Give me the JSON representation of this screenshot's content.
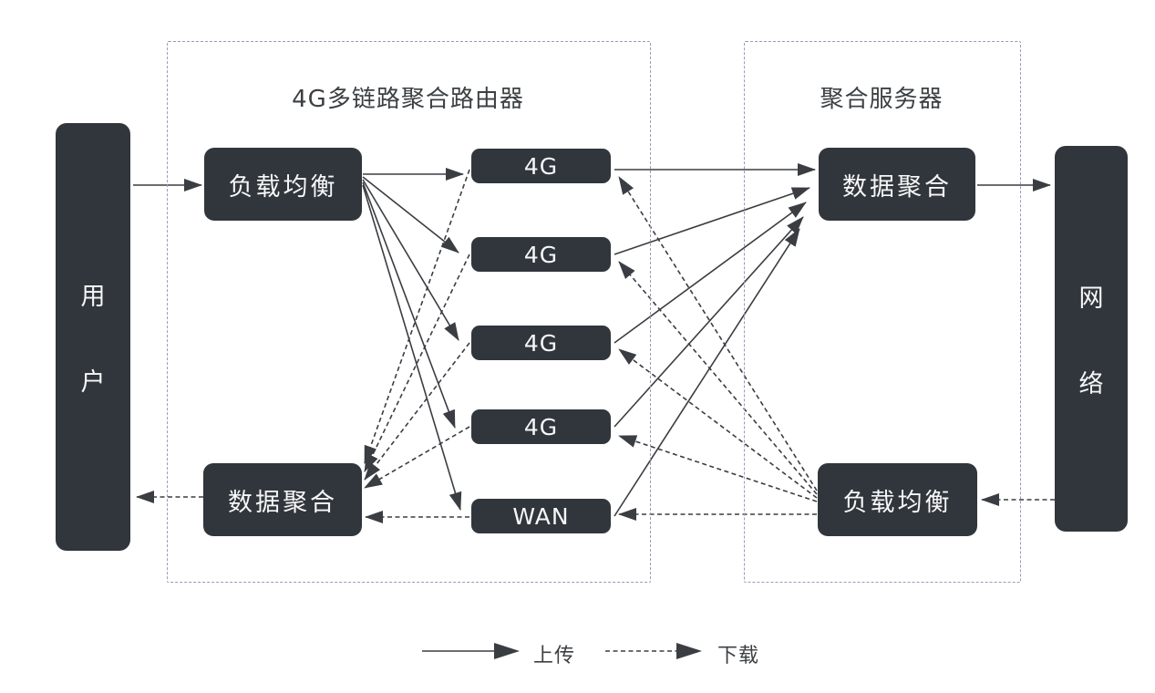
{
  "router_group": {
    "title": "4G多链路聚合路由器"
  },
  "server_group": {
    "title": "聚合服务器"
  },
  "nodes": {
    "user": "用户",
    "network": "网络",
    "router_load_balancer": "负载均衡",
    "router_data_aggregation": "数据聚合",
    "server_data_aggregation": "数据聚合",
    "server_load_balancer": "负载均衡",
    "links": [
      "4G",
      "4G",
      "4G",
      "4G",
      "WAN"
    ]
  },
  "legend": {
    "upload_label": "上传",
    "download_label": "下载"
  },
  "colors": {
    "node_background": "#31363c",
    "node_text": "#f6f7f8",
    "arrow_line": "#3a3d42",
    "group_border": "#9a9ab8",
    "title_text": "#3c4043",
    "background": "#ffffff"
  }
}
